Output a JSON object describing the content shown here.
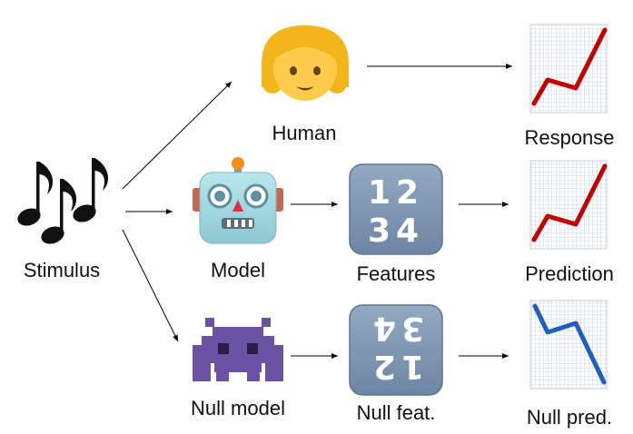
{
  "nodes": {
    "stimulus": {
      "label": "Stimulus",
      "icon": "musical-notes-icon"
    },
    "human": {
      "label": "Human",
      "icon": "girl-face-icon"
    },
    "model": {
      "label": "Model",
      "icon": "robot-face-icon"
    },
    "null_model": {
      "label": "Null model",
      "icon": "pixel-alien-icon"
    },
    "features": {
      "label": "Features",
      "icon": "input-numbers-icon",
      "digits": "1 2 3 4"
    },
    "null_features": {
      "label": "Null feat.",
      "icon": "input-numbers-upside-down-icon",
      "digits": "1 2 3 4"
    },
    "response": {
      "label": "Response",
      "icon": "chart-increasing-icon",
      "color": "#c20000"
    },
    "prediction": {
      "label": "Prediction",
      "icon": "chart-increasing-icon",
      "color": "#c20000"
    },
    "null_prediction": {
      "label": "Null pred.",
      "icon": "chart-decreasing-icon",
      "color": "#1f5fbf"
    }
  },
  "colors": {
    "arrow": "#000000",
    "chart_grid": "#9fb0d0",
    "number_tile": "#7f97b3",
    "robot_face": "#a9dbe4",
    "alien": "#6b52a3",
    "hair": "#f2b51c",
    "skin": "#ffcc4d"
  }
}
